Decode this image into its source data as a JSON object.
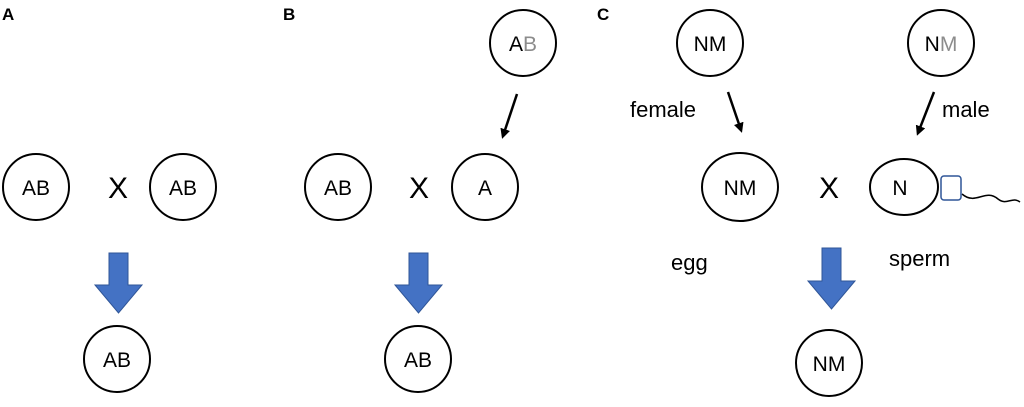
{
  "colors": {
    "block_arrow": "#4472C4",
    "block_arrow_edge": "#2F5597",
    "faded_letter": "#8C8C8C",
    "sperm_midpiece": "#2F5597"
  },
  "panel_a": {
    "label": "A",
    "left_parent": "AB",
    "cross": "X",
    "right_parent": "AB",
    "offspring": "AB"
  },
  "panel_b": {
    "label": "B",
    "donor_main": "A",
    "donor_faded": "B",
    "left_parent": "AB",
    "cross": "X",
    "right_parent": "A",
    "offspring": "AB"
  },
  "panel_c": {
    "label": "C",
    "female_parent": "NM",
    "female_label": "female",
    "male_parent_main": "N",
    "male_parent_faded": "M",
    "male_label": "male",
    "egg": "NM",
    "egg_label": "egg",
    "cross": "X",
    "sperm": "N",
    "sperm_label": "sperm",
    "offspring": "NM"
  }
}
